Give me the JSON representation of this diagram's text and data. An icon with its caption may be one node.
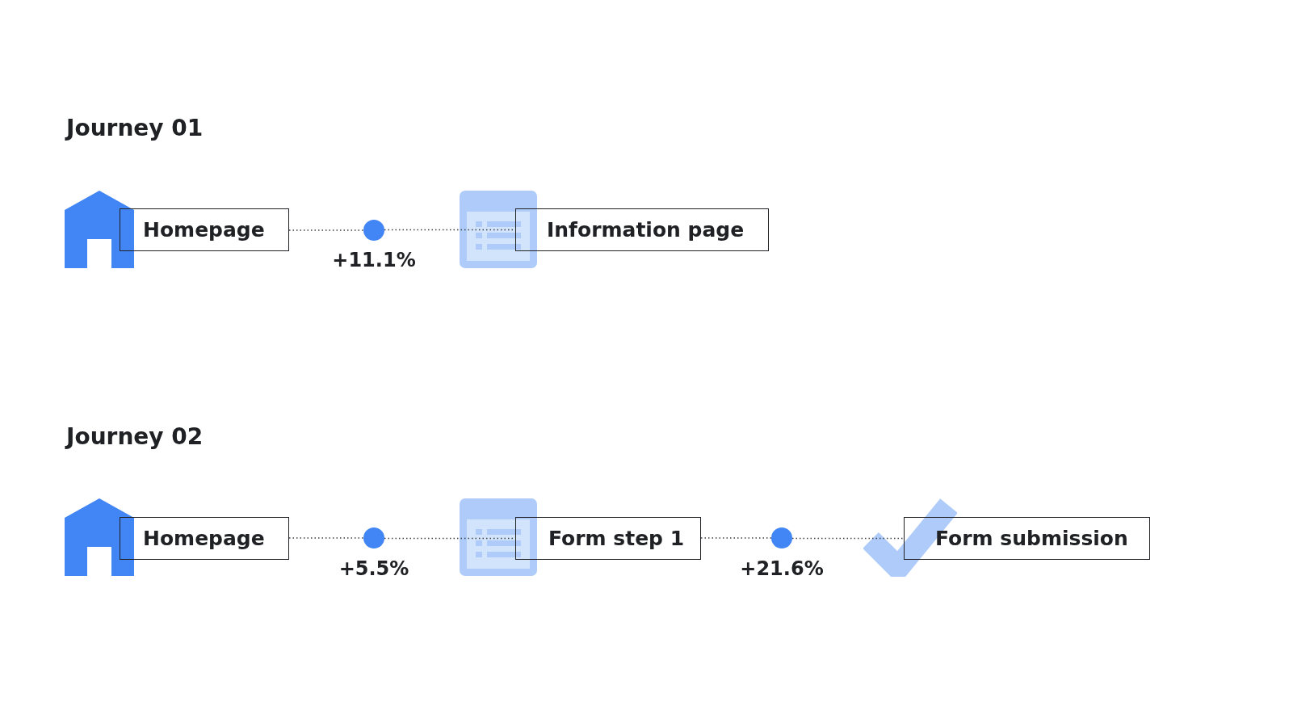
{
  "diagram": {
    "nodes": [
      {
        "text": [
          "Homepage"
        ]
      },
      {
        "text": [],
        "shape": "circle",
        "beside": [
          "+11.1%"
        ]
      },
      {
        "text": [
          "Information page"
        ]
      },
      {
        "text": [
          "Homepage"
        ]
      },
      {
        "text": [],
        "shape": "circle",
        "beside": [
          "+5.5%"
        ]
      },
      {
        "text": [
          "Form step 1"
        ]
      },
      {
        "text": [],
        "shape": "circle",
        "beside": [
          "+21.6%"
        ]
      },
      {
        "text": [
          "Form submission"
        ]
      }
    ],
    "edges": [
      {
        "from": 0,
        "to": 1,
        "arrow": "none"
      },
      {
        "from": 1,
        "to": 2,
        "arrow": "none"
      },
      {
        "from": 3,
        "to": 4,
        "arrow": "none"
      },
      {
        "from": 4,
        "to": 5,
        "arrow": "none"
      },
      {
        "from": 5,
        "to": 6,
        "arrow": "none"
      },
      {
        "from": 6,
        "to": 7,
        "arrow": "none"
      }
    ],
    "labels": [
      "Journey 01",
      "Journey 02"
    ]
  }
}
